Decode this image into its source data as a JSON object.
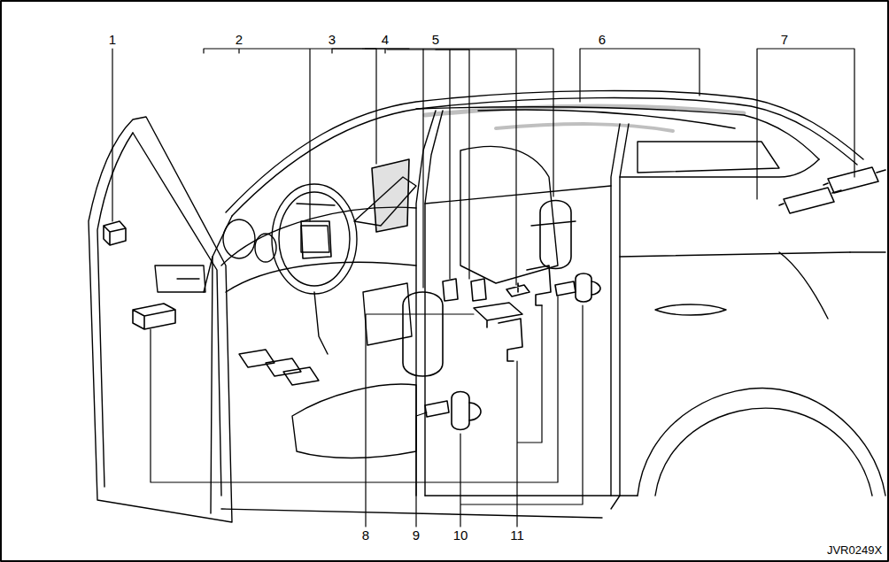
{
  "diagram": {
    "labels": [
      "1",
      "2",
      "3",
      "4",
      "5",
      "6",
      "7",
      "8",
      "9",
      "10",
      "11",
      "JVR0249X"
    ]
  }
}
